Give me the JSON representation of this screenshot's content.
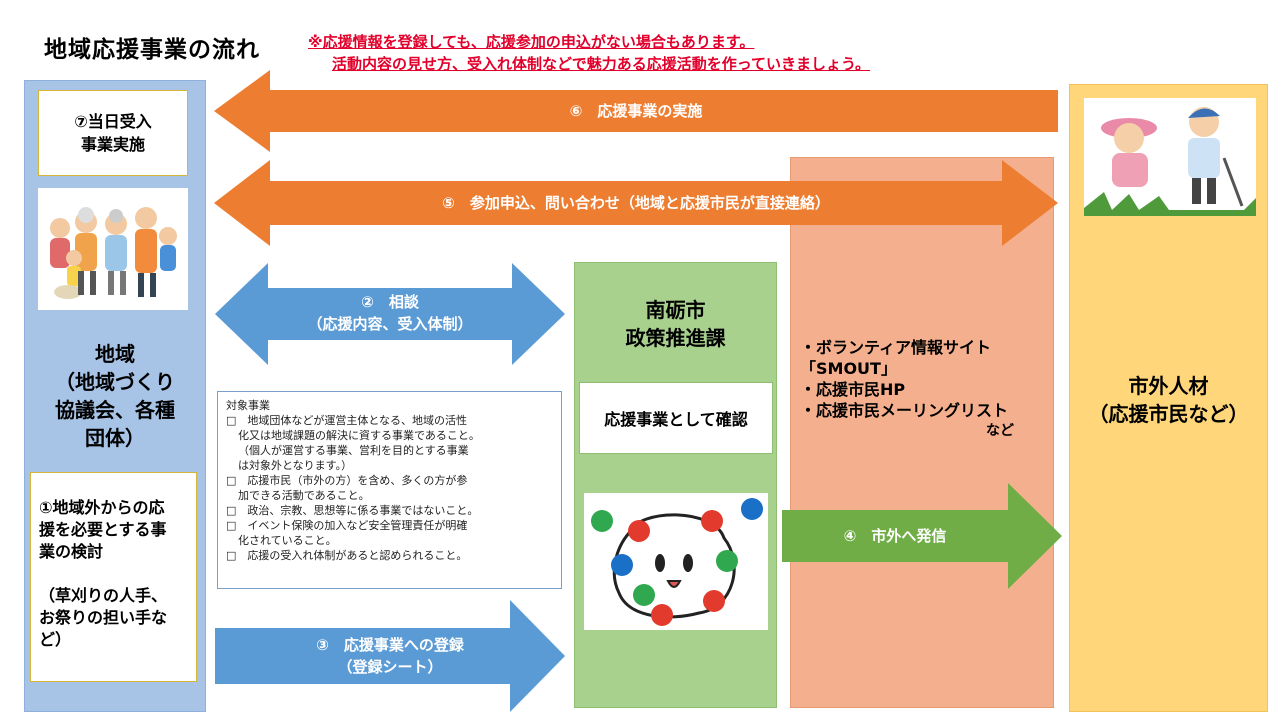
{
  "title": "地域応援事業の流れ",
  "notice": [
    "※応援情報を登録しても、応援参加の申込がない場合もあります。",
    "活動内容の見せ方、受入れ体制などで魅力ある応援活動を作っていきましょう。"
  ],
  "local": {
    "box7": [
      "⑦当日受入",
      "事業実施"
    ],
    "label": [
      "地域",
      "（地域づくり",
      "協議会、各種",
      "団体）"
    ],
    "box1_main": [
      "①地域外からの応",
      "援を必要とする事",
      "業の検討"
    ],
    "box1_sub": [
      "（草刈りの人手、",
      "お祭りの担い手な",
      "ど）"
    ]
  },
  "city": {
    "label": [
      "南砺市",
      "政策推進課"
    ],
    "confirm": "応援事業として確認"
  },
  "media": {
    "lines": [
      "・ボランティア情報サイト",
      "「SMOUT」",
      "・応援市民HP",
      "・応援市民メーリングリスト"
    ],
    "etc": "など"
  },
  "outside": {
    "label": [
      "市外人材",
      "（応援市民など）"
    ]
  },
  "criteria": {
    "heading": "対象事業",
    "items": [
      "□　地域団体などが運営主体となる、地域の活性",
      "化又は地域課題の解決に資する事業であること。",
      "（個人が運営する事業、営利を目的とする事業",
      "は対象外となります。）",
      "□　応援市民（市外の方）を含め、多くの方が参",
      "加できる活動であること。",
      "□　政治、宗教、思想等に係る事業ではないこと。",
      "□　イベント保険の加入など安全管理責任が明確",
      "化されていること。",
      "□　応援の受入れ体制があると認められること。"
    ]
  },
  "arrows": {
    "a6": "⑥　応援事業の実施",
    "a5": "⑤　参加申込、問い合わせ（地域と応援市民が直接連絡）",
    "a2": [
      "②　相談",
      "（応援内容、受入体制）"
    ],
    "a3": [
      "③　応援事業への登録",
      "（登録シート）"
    ],
    "a4": "④　市外へ発信"
  },
  "colors": {
    "orange": "#ed7d31",
    "blue": "#5b9bd5",
    "green": "#70ad47",
    "notice_red": "#e2002b"
  }
}
